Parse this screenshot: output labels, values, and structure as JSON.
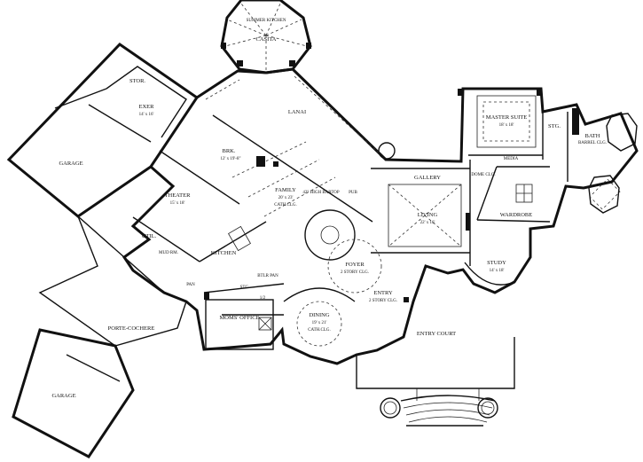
{
  "rooms": {
    "summer_kitchen": "SUMMER KITCHEN",
    "casita": "CASITA",
    "stor": "STOR.",
    "exer": "EXER",
    "exer_size": "14' x 16'",
    "garage_top": "GARAGE",
    "lanai": "LANAI",
    "brk": "BRK.",
    "brk_size": "12' x 19'-8\"",
    "theater": "THEATER",
    "theater_size": "15' x 18'",
    "family": "FAMILY",
    "family_size": "20' x 23'",
    "family_note": "CATH.CLG.",
    "pub": "PUB",
    "gallery": "GALLERY",
    "master_suite": "MASTER SUITE",
    "master_size": "18' x 18'",
    "stg": "STG.",
    "bath": "BATH",
    "bath_note": "BARREL CLG.",
    "media": "MEDIA",
    "dome_clg": "DOME CLG.",
    "wardrobe": "WARDROBE",
    "living": "LIVING",
    "living_size": "22' x 16'",
    "util": "UTIL.",
    "mud_rm": "MUD RM.",
    "kitchen": "KITCHEN",
    "foyer": "FOYER",
    "foyer_note": "2 STORY CLG.",
    "bar_note": "42\" HIGH BARTOP",
    "study": "STUDY",
    "study_size": "14' x 18'",
    "pan": "PAN",
    "butler_pan": "BTLR PAN",
    "entry": "ENTRY",
    "entry_note": "2 STORY CLG.",
    "porte_cochere": "PORTE-COCHERE",
    "moms_office": "MOMS' OFFICE",
    "stg_small": "STG.",
    "half_bath": "1/2",
    "dining": "DINING",
    "dining_size": "19' x 21'",
    "dining_note": "CATH.CLG.",
    "entry_court": "ENTRY COURT",
    "garage_bottom": "GARAGE"
  }
}
